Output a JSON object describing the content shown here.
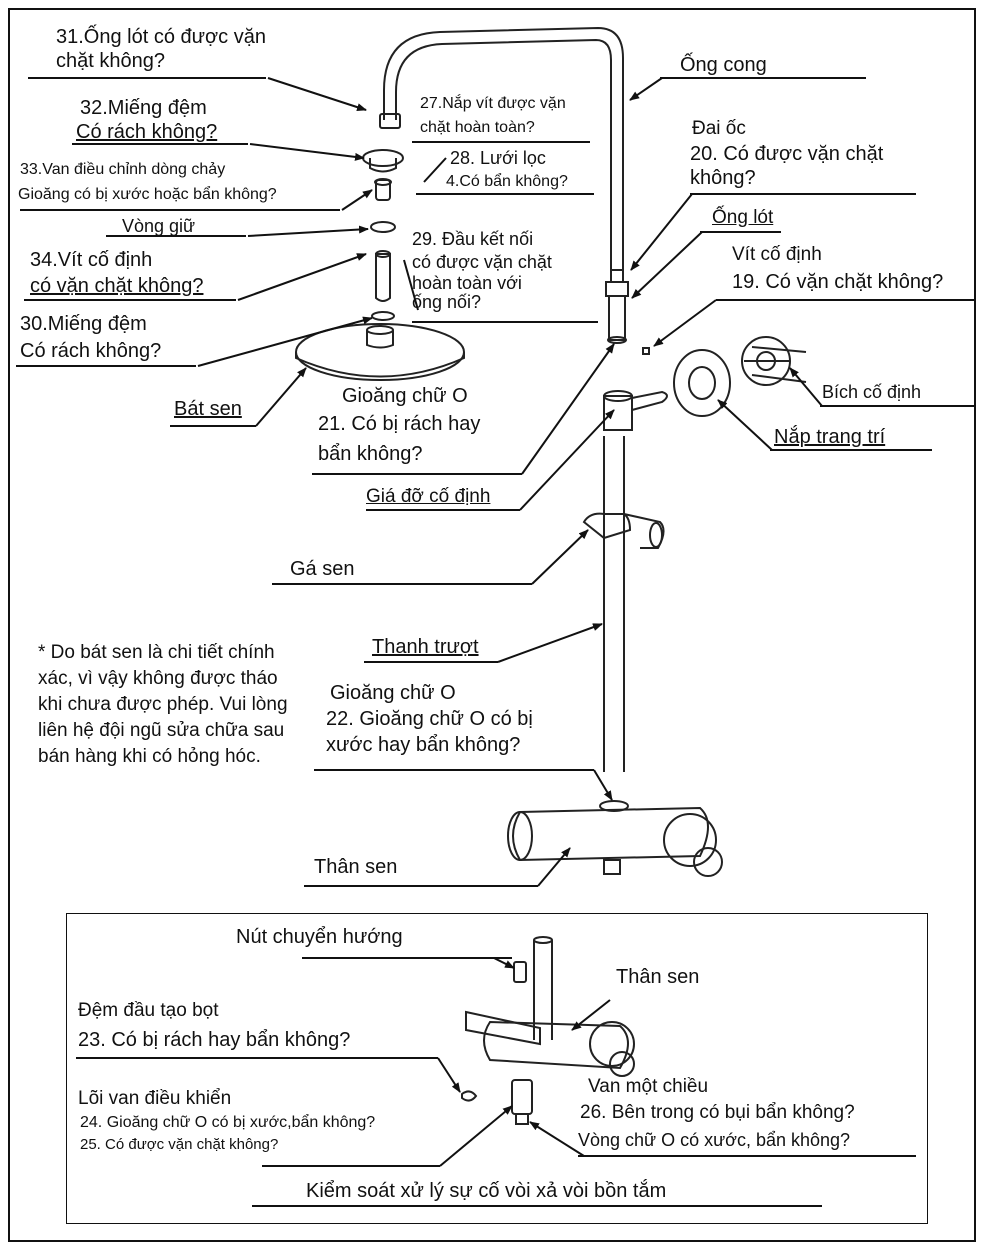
{
  "labels": {
    "l31a": "31.Ống lót có được vặn",
    "l31b": "chặt không?",
    "ongcong": "Ống cong",
    "l32a": "32.Miếng đệm",
    "l32b": "Có rách không?",
    "l27a": "27.Nắp vít được vặn",
    "l27b": "chặt hoàn toàn?",
    "daioc": "Đai ốc",
    "l20a": "20. Có được vặn chặt",
    "l20b": "không?",
    "l28": "28.  Lưới lọc",
    "l4": "4.Có bẩn không?",
    "l33a": "33.Van điều chỉnh dòng chảy",
    "l33b": "Gioăng có bị xước hoặc bẩn không?",
    "onglot": "Ống lót",
    "vonggiu": "Vòng giữ",
    "l29a": "29. Đầu kết nối",
    "l29b": "có được vặn chặt",
    "l29c": "hoàn toàn với",
    "l29d": "ống nối?",
    "vitcodinh": "Vít cố định",
    "l19": "19. Có vặn chặt không?",
    "l34a": "34.Vít cố định",
    "l34b": "có vặn chặt không?",
    "l30a": "30.Miếng đệm",
    "l30b": "Có rách không?",
    "gioang_o_21": "Gioăng chữ O",
    "l21a": "21. Có bị rách hay",
    "l21b": "bẩn không?",
    "batsen": "Bát sen",
    "bichcodinh": "Bích cố định",
    "naptrangtri": "Nắp trang trí",
    "giadocodinh": "Giá đỡ cố định",
    "gasen": "Gá sen",
    "thanhtruot": "Thanh trượt",
    "gioang_o_22": "Gioăng chữ O",
    "l22a": "22. Gioăng chữ O có bị",
    "l22b": "xước hay bẩn không?",
    "thansen": "Thân sen"
  },
  "note": "* Do bát sen là chi tiết chính xác, vì vậy không được tháo khi chưa được phép. Vui lòng liên hệ đội ngũ sửa chữa sau bán hàng khi có hỏng hóc.",
  "inset": {
    "nutchuyenhuong": "Nút chuyển hướng",
    "demdautaobot": "Đệm đầu tạo bọt",
    "l23": "23. Có bị rách hay bẩn không?",
    "thansen": "Thân sen",
    "loivan": "Lõi van điều khiển",
    "l24": "24. Gioăng chữ O có bị xước,bẩn không?",
    "l25": "25. Có được vặn chặt không?",
    "vanmotchieu": "Van một chiều",
    "l26": "26. Bên trong có bụi bẩn không?",
    "vongchuo": "Vòng chữ O có xước, bẩn không?",
    "title": "Kiểm soát xử lý sự cố vòi xả vòi bồn tắm"
  }
}
